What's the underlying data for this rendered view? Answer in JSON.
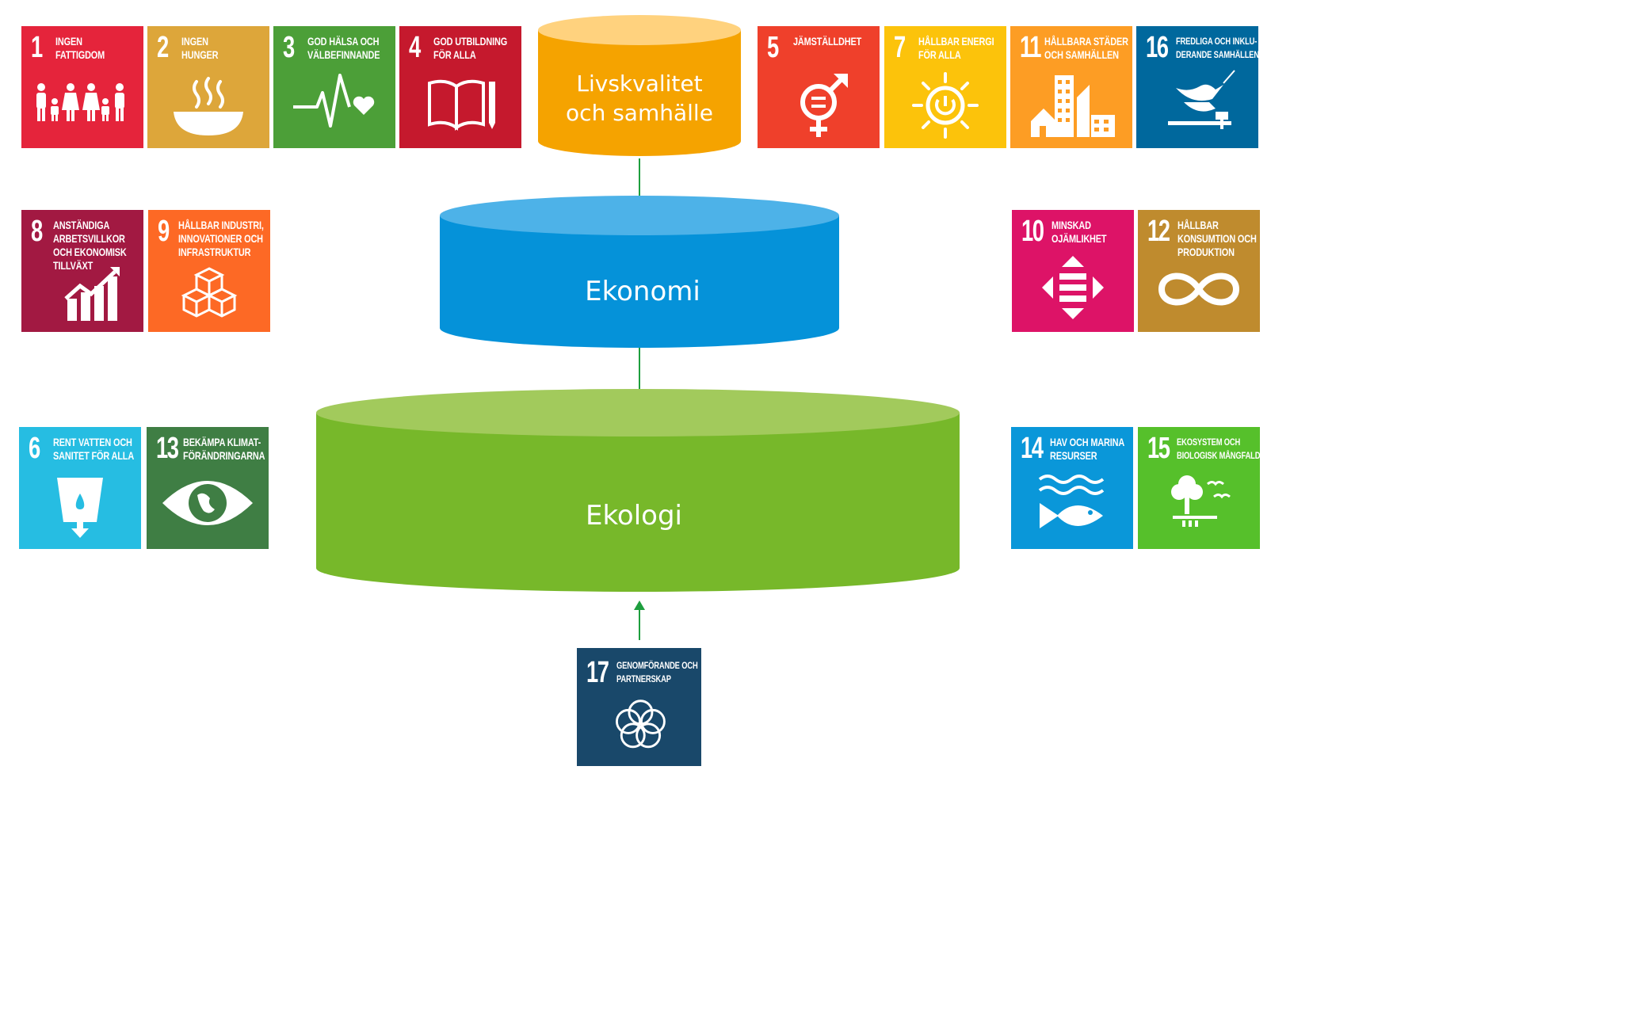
{
  "tiles": [
    {
      "id": "1",
      "number": "1",
      "label": "INGEN\nFATTIGDOM",
      "color": "#E5243B",
      "icon": "family-icon"
    },
    {
      "id": "2",
      "number": "2",
      "label": "INGEN\nHUNGER",
      "color": "#DDA63A",
      "icon": "bowl-icon"
    },
    {
      "id": "3",
      "number": "3",
      "label": "GOD HÄLSA OCH\nVÄLBEFINNANDE",
      "color": "#4C9F38",
      "icon": "heartbeat-icon"
    },
    {
      "id": "4",
      "number": "4",
      "label": "GOD UTBILDNING\nFÖR ALLA",
      "color": "#C5192D",
      "icon": "book-icon"
    },
    {
      "id": "5",
      "number": "5",
      "label": "JÄMSTÄLLDHET",
      "color": "#FF3A21",
      "icon": "gender-equality-icon"
    },
    {
      "id": "7",
      "number": "7",
      "label": "HÅLLBAR ENERGI\nFÖR ALLA",
      "color": "#FCC30B",
      "icon": "sun-power-icon"
    },
    {
      "id": "11",
      "number": "11",
      "label": "HÅLLBARA STÄDER\nOCH SAMHÄLLEN",
      "color": "#FD9D24",
      "icon": "city-icon"
    },
    {
      "id": "16",
      "number": "16",
      "label": "FREDLIGA OCH INKLU-\nDERANDE SAMHÄLLEN",
      "color": "#00689D",
      "icon": "dove-icon"
    },
    {
      "id": "8",
      "number": "8",
      "label": "ANSTÄNDIGA\nARBETSVILLKOR\nOCH EKONOMISK\nTILLVÄXT",
      "color": "#A21942",
      "icon": "growth-chart-icon"
    },
    {
      "id": "9",
      "number": "9",
      "label": "HÅLLBAR INDUSTRI,\nINNOVATIONER OCH\nINFRASTRUKTUR",
      "color": "#FD6925",
      "icon": "cubes-icon"
    },
    {
      "id": "10",
      "number": "10",
      "label": "MINSKAD\nOJÄMLIKHET",
      "color": "#DD1367",
      "icon": "arrows-equal-icon"
    },
    {
      "id": "12",
      "number": "12",
      "label": "HÅLLBAR\nKONSUMTION OCH\nPRODUKTION",
      "color": "#BF8B2E",
      "icon": "infinity-icon"
    },
    {
      "id": "6",
      "number": "6",
      "label": "RENT VATTEN OCH\nSANITET FÖR ALLA",
      "color": "#26BDE2",
      "icon": "water-glass-icon"
    },
    {
      "id": "13",
      "number": "13",
      "label": "BEKÄMPA KLIMAT-\nFÖRÄNDRINGARNA",
      "color": "#3F7E44",
      "icon": "eye-globe-icon"
    },
    {
      "id": "14",
      "number": "14",
      "label": "HAV OCH MARINA\nRESURSER",
      "color": "#0A97D9",
      "icon": "fish-icon"
    },
    {
      "id": "15",
      "number": "15",
      "label": "EKOSYSTEM OCH\nBIOLOGISK MÅNGFALD",
      "color": "#56C02B",
      "icon": "tree-birds-icon"
    },
    {
      "id": "17",
      "number": "17",
      "label": "GENOMFÖRANDE OCH\nPARTNERSKAP",
      "color": "#19486A",
      "icon": "rings-icon"
    }
  ],
  "layers": {
    "livskvalitet": {
      "label_line1": "Livskvalitet",
      "label_line2": "och samhälle",
      "color": "#F5A300",
      "top_color": "#FFD27E"
    },
    "ekonomi": {
      "label": "Ekonomi",
      "color": "#0592D9",
      "top_color": "#4DB2E8"
    },
    "ekologi": {
      "label": "Ekologi",
      "color": "#77B82A",
      "top_color": "#A2CA5C"
    }
  },
  "connector_color": "#1E9E3E"
}
